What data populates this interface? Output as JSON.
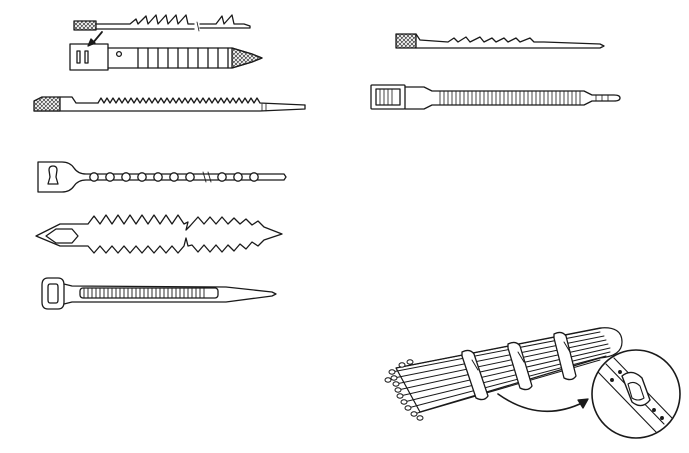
{
  "figure": {
    "ink_color": "#1a1a1a",
    "hatch_color": "#333333",
    "paper_color": "#ffffff",
    "panels": [
      {
        "name": "stepped-sawtooth-tie"
      },
      {
        "name": "serrated-tie-with-hatched-tail"
      },
      {
        "name": "ball-chain-tie"
      },
      {
        "name": "arrowhead-barbed-tie"
      },
      {
        "name": "ladder-strap-tie"
      },
      {
        "name": "right-serrated-tie"
      },
      {
        "name": "right-ribbed-strap-tie"
      },
      {
        "name": "cable-bundle-illustration"
      }
    ]
  }
}
